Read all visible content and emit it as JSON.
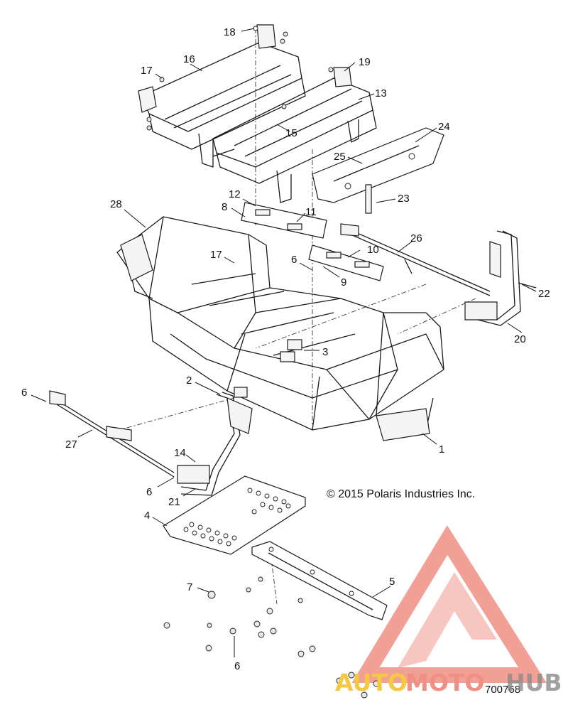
{
  "callouts": [
    "18",
    "16",
    "17",
    "19",
    "13",
    "15",
    "24",
    "25",
    "23",
    "12",
    "28",
    "8",
    "11",
    "26",
    "17",
    "6",
    "10",
    "9",
    "22",
    "20",
    "3",
    "2",
    "6",
    "27",
    "1",
    "14",
    "6",
    "21",
    "4",
    "7",
    "5",
    "6"
  ],
  "copyright": "© 2015 Polaris Industries Inc.",
  "part_number": "700768",
  "watermark": {
    "text_a": "AUTO",
    "text_b": "MOTO",
    "text_c": "HUB",
    "colors": {
      "logo": "#f08f84",
      "auto": "#f5c842",
      "moto": "#f08f84",
      "hub": "#8a8a8a"
    }
  }
}
